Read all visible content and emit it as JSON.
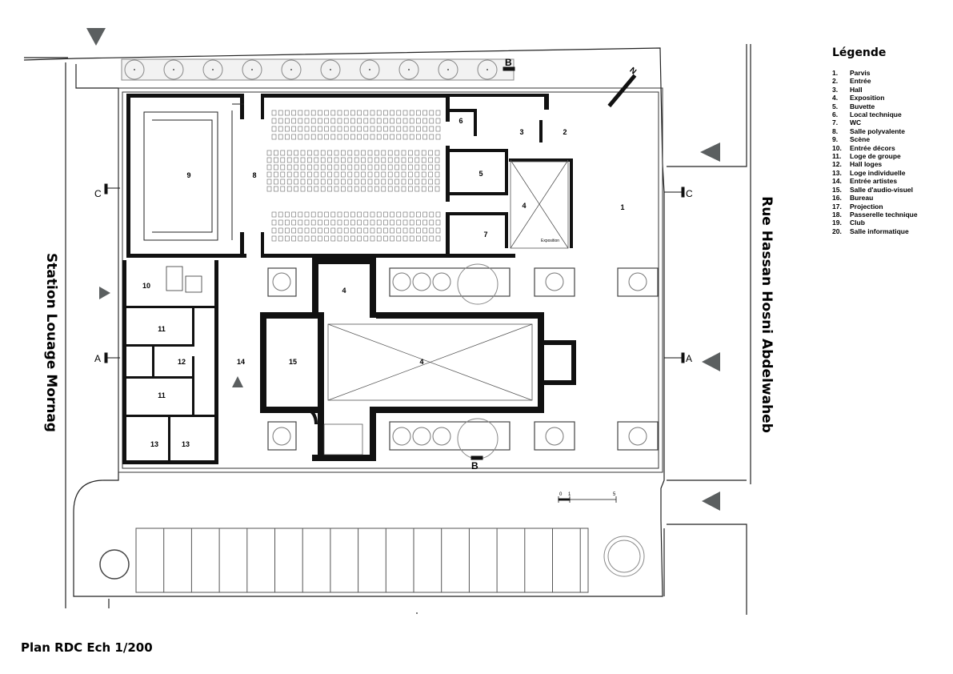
{
  "legend": {
    "title": "Légende",
    "items": [
      {
        "num": "1.",
        "label": "Parvis"
      },
      {
        "num": "2.",
        "label": "Entrée"
      },
      {
        "num": "3.",
        "label": "Hall"
      },
      {
        "num": "4.",
        "label": "Exposition"
      },
      {
        "num": "5.",
        "label": "Buvette"
      },
      {
        "num": "6.",
        "label": "Local technique"
      },
      {
        "num": "7.",
        "label": "WC"
      },
      {
        "num": "8.",
        "label": "Salle polyvalente"
      },
      {
        "num": "9.",
        "label": "Scène"
      },
      {
        "num": "10.",
        "label": "Entrée décors"
      },
      {
        "num": "11.",
        "label": "Loge de groupe"
      },
      {
        "num": "12.",
        "label": "Hall loges"
      },
      {
        "num": "13.",
        "label": "Loge individuelle"
      },
      {
        "num": "14.",
        "label": "Entrée artistes"
      },
      {
        "num": "15.",
        "label": "Salle d'audio-visuel"
      },
      {
        "num": "16.",
        "label": "Bureau"
      },
      {
        "num": "17.",
        "label": "Projection"
      },
      {
        "num": "18.",
        "label": "Passerelle technique"
      },
      {
        "num": "19.",
        "label": "Club"
      },
      {
        "num": "20.",
        "label": "Salle informatique"
      }
    ]
  },
  "plan_title": "Plan RDC Ech 1/200",
  "streets": {
    "right": "Rue Hassan Hosni Abdelwaheb",
    "left": "Station Louage Mornag"
  },
  "section_marks": {
    "a": "A",
    "b": "B",
    "c": "C"
  },
  "room_labels": {
    "r1": "1",
    "r2": "2",
    "r3": "3",
    "r4a": "4",
    "r4b": "4",
    "r4c": "4",
    "r5": "5",
    "r6": "6",
    "r7": "7",
    "r8": "8",
    "r9": "9",
    "r10": "10",
    "r11a": "11",
    "r11b": "11",
    "r12": "12",
    "r13a": "13",
    "r13b": "13",
    "r14": "14",
    "r15": "15"
  },
  "expo_small_label": "Exposition",
  "north_label": "N",
  "scale_labels": {
    "s0": "0",
    "s1": "1",
    "s5": "5"
  },
  "colors": {
    "wall": "#111111",
    "line": "#222222",
    "thin": "#555555",
    "arrow": "#5b5f60",
    "tree": "#888888"
  }
}
